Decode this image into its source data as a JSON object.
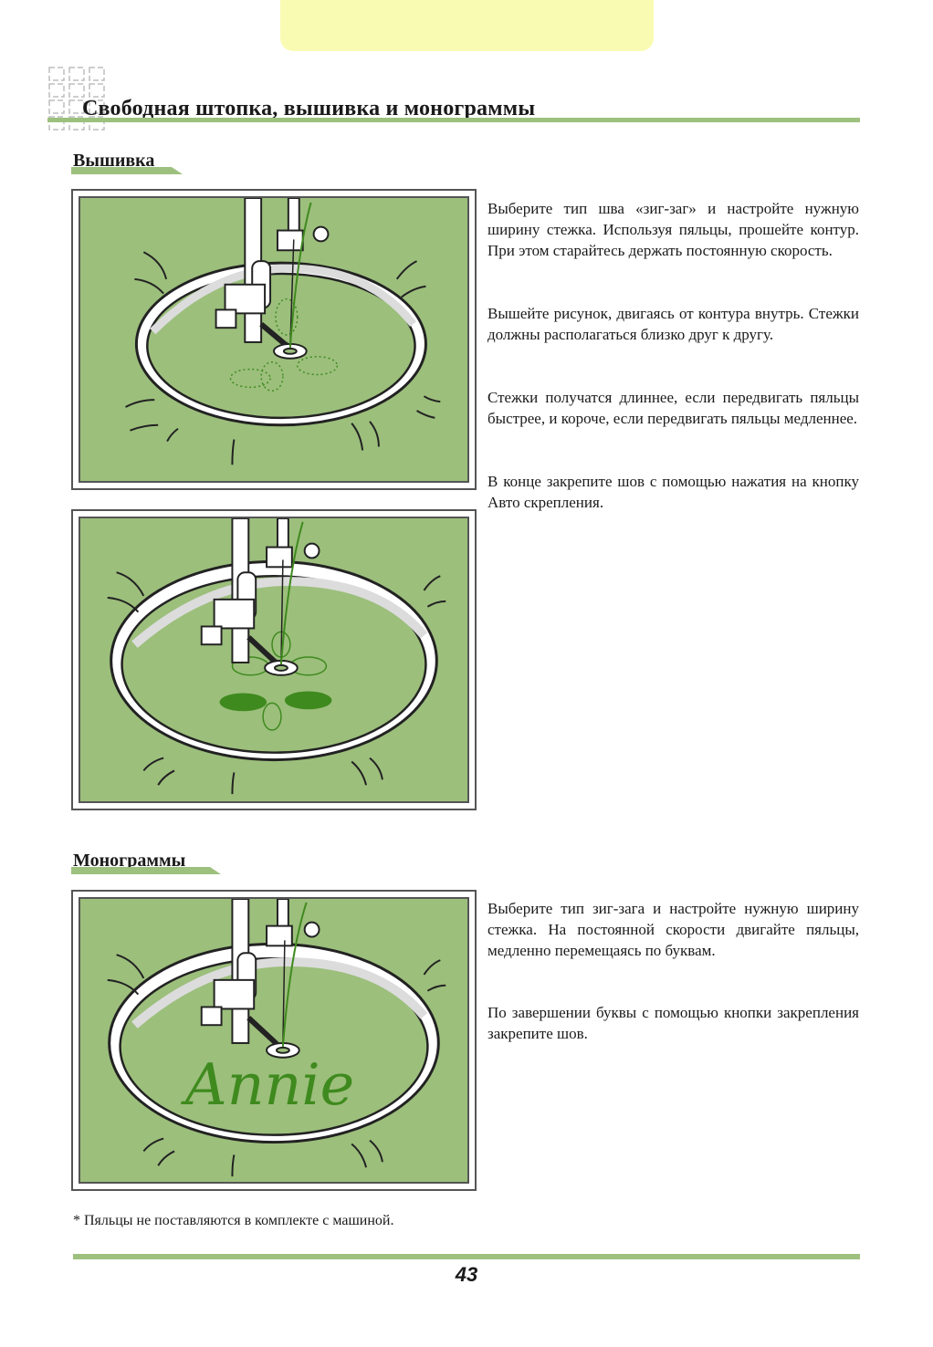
{
  "header": {
    "title": "Свободная штопка, вышивка и монограммы"
  },
  "embroidery": {
    "heading": "Вышивка",
    "paragraphs": [
      "Выберите тип шва «зиг-заг» и настройте нужную ширину стежка. Используя пяльцы, прошейте контур. При этом старайтесь держать постоянную скорость.",
      "Вышейте рисунок, двигаясь от контура внутрь. Стежки должны располагаться близко друг к другу.",
      "Стежки получатся длиннее, если передвигать пяльцы быстрее, и короче, если передвигать пяльцы медленнее.",
      "В конце закрепите шов с помощью нажатия на кнопку Авто скрепления."
    ]
  },
  "monogram": {
    "heading": "Монограммы",
    "paragraphs": [
      "Выберите тип зиг-зага и настройте нужную ширину стежка. На постоянной скорости двигайте пяльцы, медленно перемещаясь по буквам.",
      "По завершении буквы с помощью кнопки закрепления закрепите шов."
    ],
    "illustration_word": "Annie"
  },
  "footnote": "* Пяльцы не поставляются в комплекте с машиной.",
  "page_number": "43",
  "colors": {
    "accent_green": "#9ec07e",
    "fabric_green": "#9cbf7c",
    "embroidery_green": "#3f8a1e",
    "tab_yellow": "#fafbb3"
  }
}
